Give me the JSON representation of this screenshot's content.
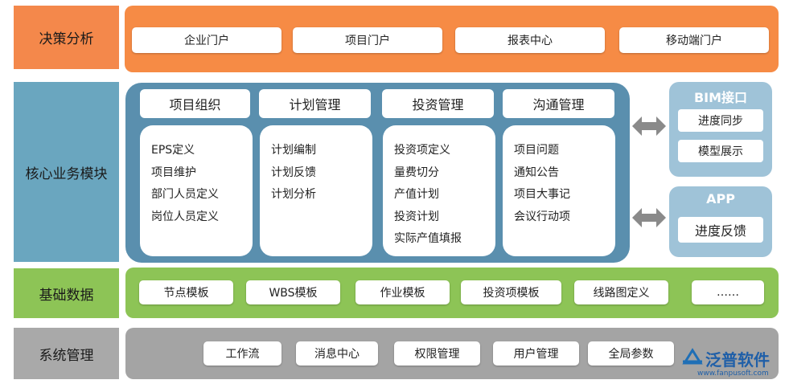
{
  "rows": {
    "decision": {
      "label": "决策分析",
      "items": [
        "企业门户",
        "项目门户",
        "报表中心",
        "移动端门户"
      ]
    },
    "core": {
      "label": "核心业务模块",
      "columns": [
        {
          "title": "项目组织",
          "items": [
            "EPS定义",
            "项目维护",
            "部门人员定义",
            "岗位人员定义"
          ]
        },
        {
          "title": "计划管理",
          "items": [
            "计划编制",
            "计划反馈",
            "计划分析"
          ]
        },
        {
          "title": "投资管理",
          "items": [
            "投资项定义",
            "量费切分",
            "产值计划",
            "投资计划",
            "实际产值填报"
          ]
        },
        {
          "title": "沟通管理",
          "items": [
            "项目问题",
            "通知公告",
            "项目大事记",
            "会议行动项"
          ]
        }
      ],
      "bim": {
        "title": "BIM接口",
        "items": [
          "进度同步",
          "模型展示"
        ]
      },
      "app": {
        "title": "APP",
        "items": [
          "进度反馈"
        ]
      }
    },
    "basic": {
      "label": "基础数据",
      "items": [
        "节点模板",
        "WBS模板",
        "作业模板",
        "投资项模板",
        "线路图定义",
        "……"
      ]
    },
    "system": {
      "label": "系统管理",
      "items": [
        "工作流",
        "消息中心",
        "权限管理",
        "用户管理",
        "全局参数"
      ]
    }
  },
  "logo": {
    "name": "泛普软件",
    "url": "www.fanpusoft.com"
  },
  "colors": {
    "decision_label": "#f4884b",
    "decision_band": "#f68b45",
    "core_label": "#6aa6bf",
    "core_band": "#5a8fae",
    "basic_label": "#8dc456",
    "basic_band": "#8dc456",
    "system_label": "#a9a9a9",
    "system_band": "#a4a4a4",
    "side_box": "#9fc3d8"
  }
}
